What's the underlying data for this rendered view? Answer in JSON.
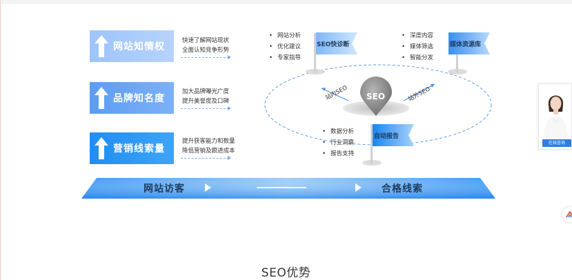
{
  "left_items": [
    {
      "title": "网站知情权",
      "lines": [
        "快速了解网站现状",
        "全面认知竞争形势"
      ]
    },
    {
      "title": "品牌知名度",
      "lines": [
        "加大品牌曝光广度",
        "提升美誉度及口碑"
      ]
    },
    {
      "title": "营销线索量",
      "lines": [
        "提升获客能力和数量",
        "降低营销及跟进成本"
      ]
    }
  ],
  "banner": {
    "left": "网站访客",
    "right": "合格线索"
  },
  "diagnosis": {
    "flag": "SEO快诊断",
    "items": [
      "网站分析",
      "优化建议",
      "专家指导"
    ]
  },
  "media": {
    "flag": "媒体资源库",
    "items": [
      "深度内容",
      "媒体筛选",
      "智能分发"
    ]
  },
  "report": {
    "flag": "自动报告",
    "items": [
      "数据分析",
      "行业洞察",
      "报告支持"
    ]
  },
  "center": {
    "label": "SEO",
    "inner": "站内SEO",
    "outer": "站外SEO"
  },
  "widget": {
    "button": "在线咨询"
  },
  "section_title": "SEO优势",
  "colors": {
    "accent": "#1f8ef3",
    "light": "#9ec4fb",
    "mid": "#5d9cf3",
    "dash": "#7aa9e8"
  }
}
